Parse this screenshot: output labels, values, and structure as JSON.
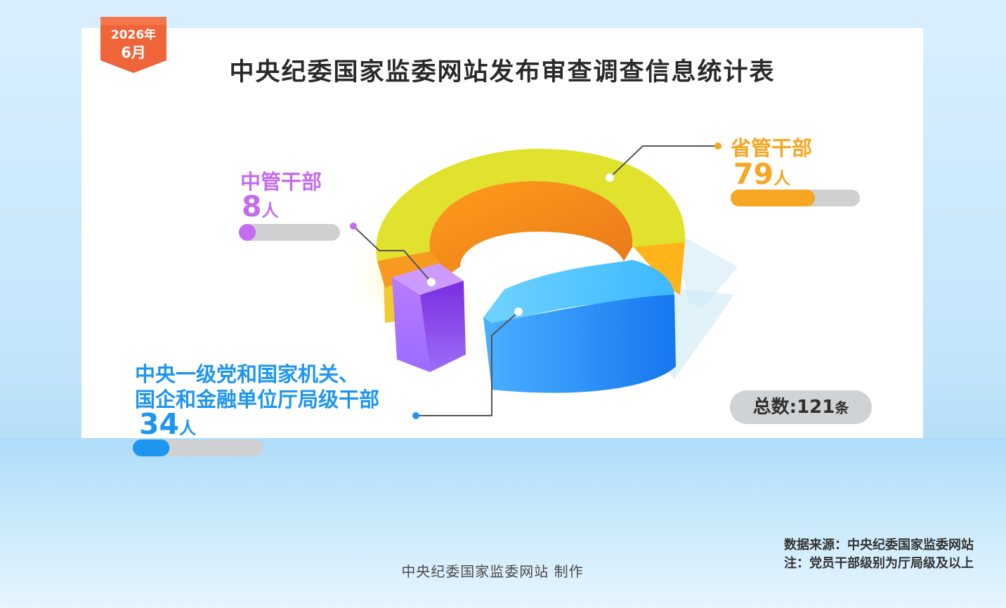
{
  "badge": {
    "year": "2026年",
    "month": "6月"
  },
  "title": "中央纪委国家监委网站发布审查调查信息统计表",
  "chart_data": {
    "type": "pie",
    "title": "中央纪委国家监委网站发布审查调查信息统计表",
    "unit": "人",
    "total_label": "总数:",
    "total_value": "121",
    "total_unit": "条",
    "slices": [
      {
        "label": "省管干部",
        "value": 79,
        "value_text": "79",
        "color": "#f6a623"
      },
      {
        "label_lines": [
          "中央一级党和国家机关、",
          "国企和金融单位厅局级干部"
        ],
        "value": 34,
        "value_text": "34",
        "color": "#1e96f0"
      },
      {
        "label": "中管干部",
        "value": 8,
        "value_text": "8",
        "color": "#c46cf0"
      }
    ]
  },
  "source_lines": [
    "数据来源：中央纪委国家监委网站",
    "注：党员干部级别为厅局级及以上"
  ],
  "credit": "中央纪委国家监委网站 制作",
  "colors": {
    "badge": "#f0643a",
    "progress_track": "#cfd0d2",
    "leader": "#555555"
  }
}
